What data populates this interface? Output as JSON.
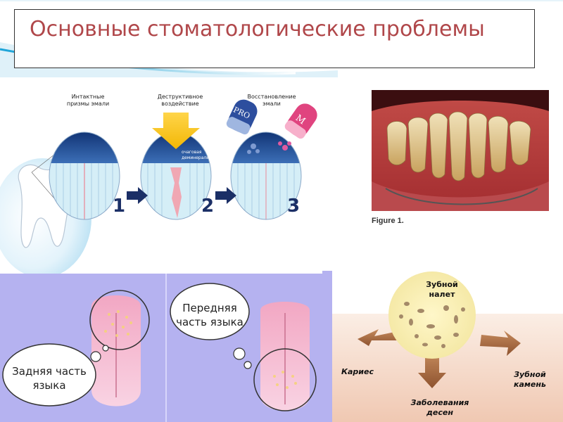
{
  "title": "Основные стоматологические проблемы",
  "enamel": {
    "label_1": "Интактные призмы эмали",
    "label_2": "Деструктивное воздействие",
    "label_3": "Восстановление эмали",
    "small_label": "очаговая деминерализация",
    "pro_text": "PRO",
    "m_text": "M",
    "num_1": "1",
    "num_2": "2",
    "num_3": "3"
  },
  "photo": {
    "caption": "Figure 1."
  },
  "tongue": {
    "back_label": "Задняя часть языка",
    "front_label": "Передняя часть языка"
  },
  "plaque": {
    "center_label": "Зубной налет",
    "left_label": "Кариес",
    "bottom_label": "Заболевания десен",
    "right_label": "Зубной камень"
  }
}
